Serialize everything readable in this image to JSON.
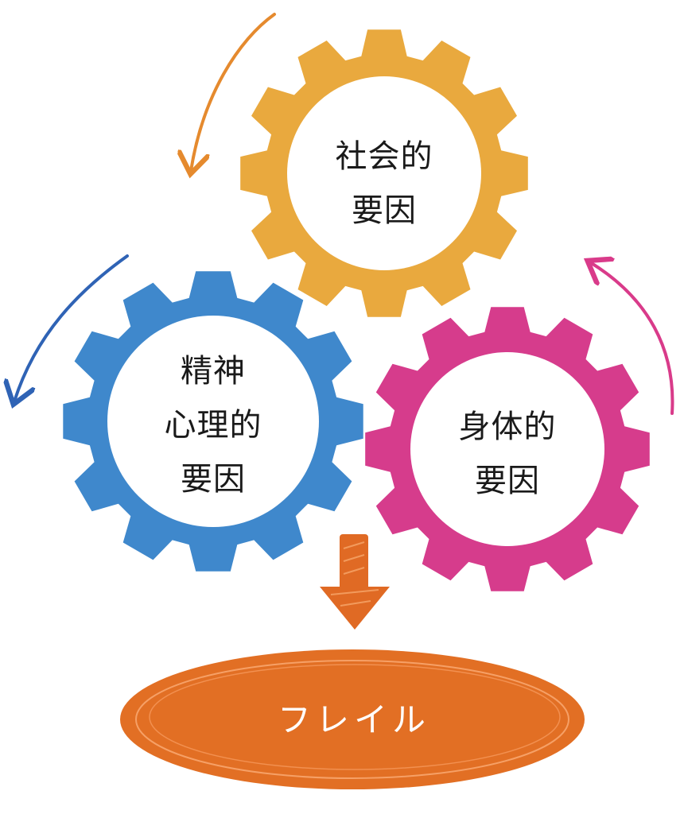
{
  "gears": {
    "social": {
      "lines": [
        "社会的",
        "要因"
      ],
      "color": "#E9A93E",
      "arrow_color": "#E58A2E"
    },
    "mental": {
      "lines": [
        "精神",
        "心理的",
        "要因"
      ],
      "color": "#3F88CC",
      "arrow_color": "#2F63B5"
    },
    "physical": {
      "lines": [
        "身体的",
        "要因"
      ],
      "color": "#D63C8C",
      "arrow_color": "#D93B8A"
    }
  },
  "outcome": {
    "label": "フレイル",
    "color": "#E26F24"
  },
  "down_arrow": {
    "color": "#E06A24"
  }
}
